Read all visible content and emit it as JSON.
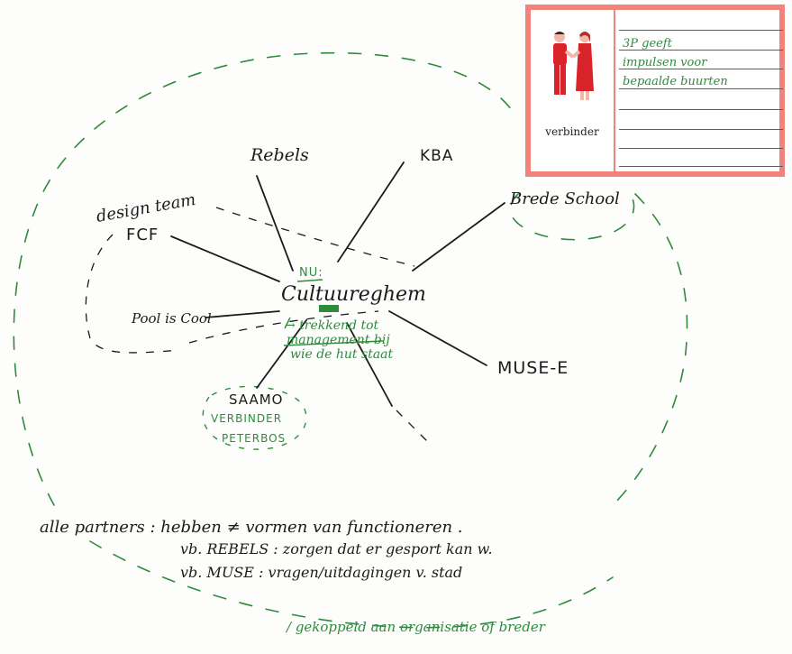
{
  "nodes": {
    "center_label": "Cultuureghem",
    "center_prefix": "NU:",
    "center_note_1": "→ trekkend tot",
    "center_note_2": "management bij",
    "center_note_3": "wie de hut staat",
    "rebels": "Rebels",
    "kba": "KBA",
    "design_team": "design team",
    "fcf": "FCF",
    "brede_school": "Brede School",
    "pool_is_cool": "Pool is Cool",
    "muse": "MUSE-E",
    "saamo": "SAAMO",
    "saamo_sub_1": "VERBINDER",
    "saamo_sub_2": "PETERBOS"
  },
  "notes": {
    "partners_line": "alle partners : hebben ≠ vormen van functioneren .",
    "rebels_line": "vb. REBELS : zorgen dat er gesport kan w.",
    "muse_line": "vb. MUSE : vragen/uitdagingen v. stad",
    "footer": "/ gekoppeld aan organisatie of breder"
  },
  "card": {
    "role": "verbinder",
    "line_1": "3P geeft",
    "line_2": "impulsen voor",
    "line_3": "bepaalde buurten"
  },
  "colors": {
    "ink": "#1b1b1b",
    "green": "#2e8b3d",
    "card_border": "#f1837a",
    "figure_red": "#d8232a"
  }
}
